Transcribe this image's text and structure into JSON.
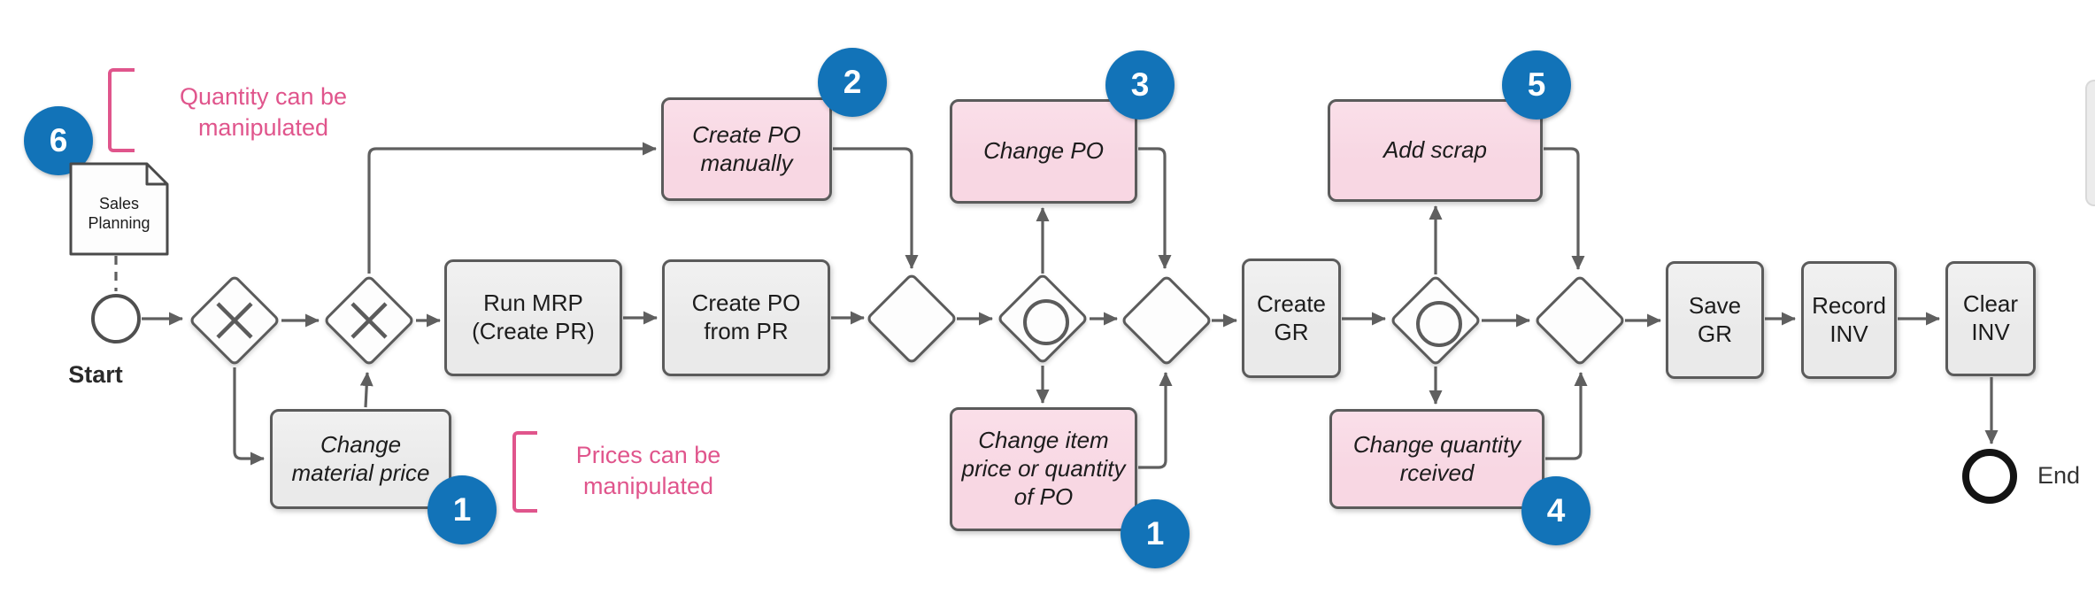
{
  "colors": {
    "task-fill": "#eaeaea",
    "highlight-fill": "#f8d7e3",
    "shape-border": "#5b5b5b",
    "badge-blue": "#1273b8",
    "annotation-pink": "#e0558c",
    "connector-gray": "#5f5f5f",
    "end-black": "#141414",
    "text-dark": "#1c1c1c"
  },
  "events": {
    "start": "Start",
    "end": "End"
  },
  "artifact": {
    "sales_planning": "Sales Planning"
  },
  "tasks": {
    "run_mrp": "Run MRP (Create PR)",
    "create_po_from_pr": "Create PO from PR",
    "create_po_manually": "Create PO manually",
    "change_po": "Change PO",
    "change_material_price": "Change material price",
    "change_item_price": "Change item price or quantity of PO",
    "create_gr": "Create GR",
    "add_scrap": "Add scrap",
    "change_quantity_received": "Change quantity rceived",
    "save_gr": "Save GR",
    "record_inv": "Record INV",
    "clear_inv": "Clear INV"
  },
  "annotations": {
    "quantity": "Quantity can be manipulated",
    "prices": "Prices can be manipulated"
  },
  "badges": {
    "sales_planning": "6",
    "create_po_manually": "2",
    "change_po": "3",
    "add_scrap": "5",
    "change_material_price": "1",
    "change_item_price": "1",
    "change_quantity_received": "4"
  }
}
